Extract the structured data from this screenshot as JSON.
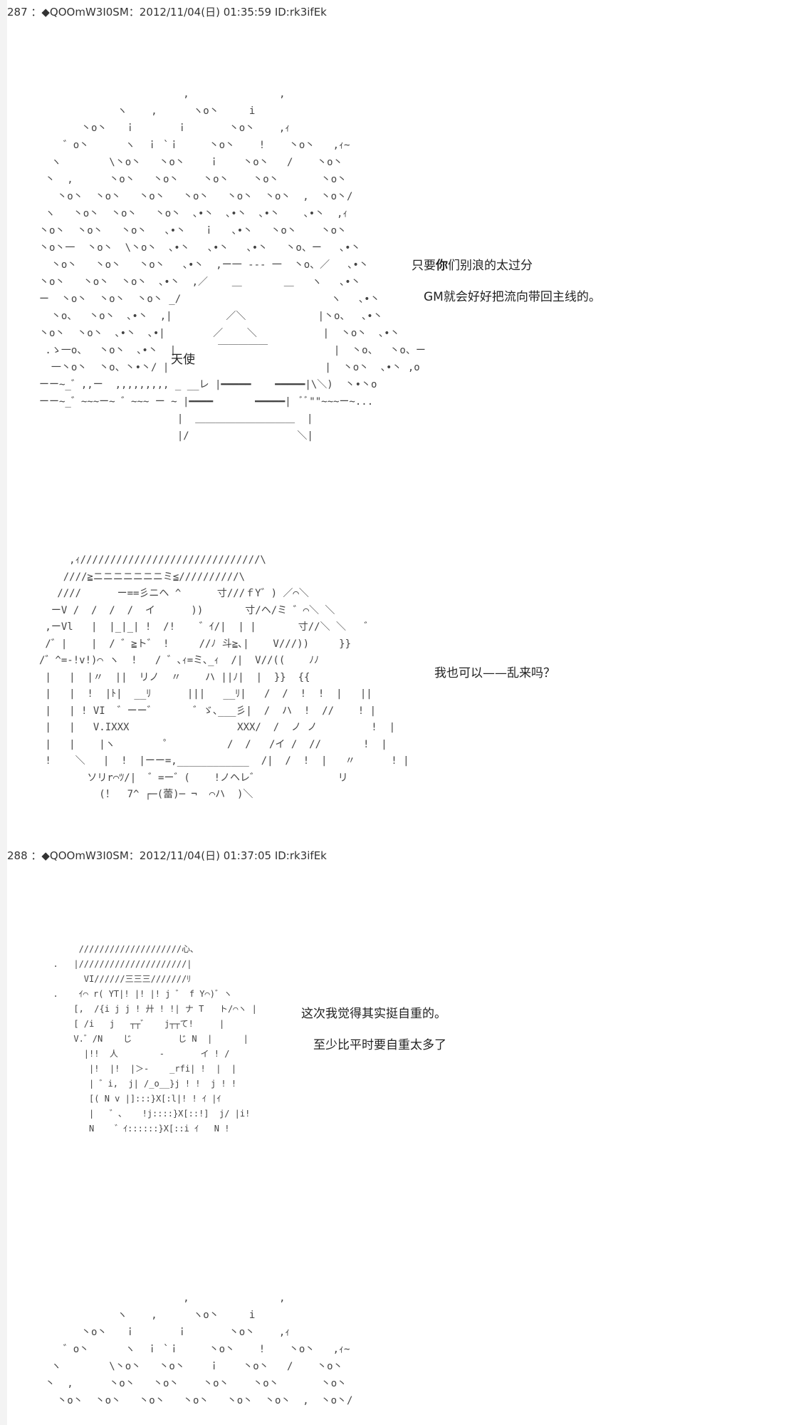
{
  "posts": [
    {
      "header": "287 ：◆QOOmW3I0SM：2012/11/04(日) 01:35:59 ID:rk3ifEk",
      "dialogue": {
        "line1_pre": "只要",
        "line1_bold": "你",
        "line1_post": "们别浪的太过分",
        "line2": "GM就会好好把流向带回主线的。",
        "line3": "我也可以——乱来吗？"
      },
      "angel_label": "天使"
    },
    {
      "header": "288 ：◆QOOmW3I0SM：2012/11/04(日) 01:37:05 ID:rk3ifEk",
      "dialogue": {
        "line1": "这次我觉得其实挺自重的。",
        "line2": "至少比平时要自重太多了"
      }
    }
  ]
}
